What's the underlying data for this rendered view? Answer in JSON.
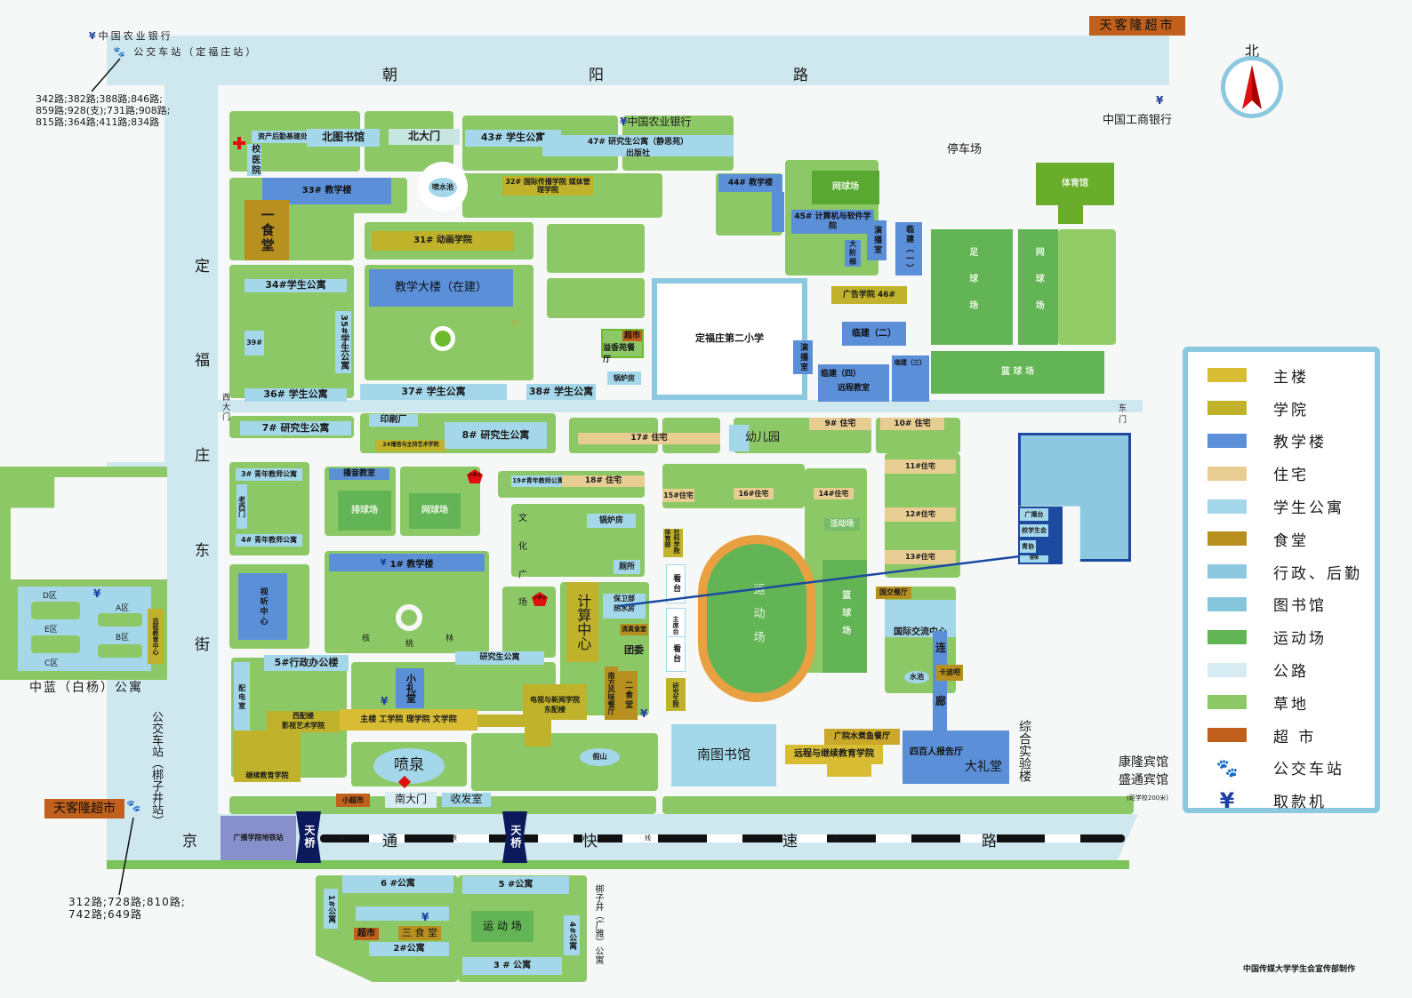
{
  "top_left": {
    "bank": "中国农业银行",
    "bus_stop": "公交车站（定福庄站）",
    "routes": [
      "342路;382路;388路;846路;",
      "859路;928(支);731路;908路;",
      "815路;364路;411路;834路"
    ]
  },
  "supermarket_top": "天客隆超市",
  "roads": {
    "chaoyang": [
      "朝",
      "阳",
      "路"
    ],
    "dingfu": [
      "定",
      "福",
      "庄",
      "东",
      "街"
    ],
    "jingtong": [
      "京",
      "通",
      "快",
      "速",
      "路"
    ],
    "subway": [
      "地",
      "铁",
      "线",
      "路"
    ]
  },
  "north": {
    "bank": "中国农业银行",
    "icbc": "中国工商银行",
    "parking": "停车场",
    "compass": "北",
    "west_gate": "西大门",
    "east_gate": "东门"
  },
  "buildings": {
    "assets": "资产后勤基建处",
    "clinic": "校医院",
    "north_lib": "北图书馆",
    "north_gate": "北大门",
    "b43": "43# 学生公寓",
    "b47": "47# 研究生公寓（静思苑）",
    "press": "出版社",
    "b33": "33#  教学楼",
    "fountain_pool": "喷水池",
    "b32": "32#  国际传播学院 媒体管理学院",
    "b44": "44#  教学楼",
    "tennis_n": "网球场",
    "b45": "45# 计算机与软件学院",
    "studio1": "演播室",
    "stairs": "大阶梯",
    "temp1": "临建（一）",
    "gym": "体育馆",
    "football": "足球场",
    "tennis_e": "网球场",
    "basket_e": "篮   球   场",
    "canteen1": "一食堂",
    "b31": "31# 动画学院",
    "b34": "34#学生公寓",
    "b35": "35#学生公寓",
    "b39": "39#",
    "b36": "36# 学生公寓",
    "teaching_tower": "教学大楼（在建）",
    "b37": "37# 学生公寓",
    "b38": "38# 学生公寓",
    "market1": "超市",
    "yixiang": "溢香苑餐厅",
    "boiler1": "锅炉房",
    "school2": "定福庄第二小学",
    "studio2": "演播室",
    "b46": "广告学院 46#",
    "temp2": "临建（二）",
    "temp4": "临建（四）",
    "remote_room": "远程教室",
    "temp3": "临建（三）",
    "b7": "7# 研究生公寓",
    "printing": "印刷厂",
    "b2": "2#播音与主持艺术学院",
    "b8": "8# 研究生公寓",
    "h17": "17# 住宅",
    "kinder": "幼儿园",
    "h9": "9# 住宅",
    "h10": "10# 住宅",
    "b3": "3# 青年教师公寓",
    "old_west_gate": "老西门",
    "b4": "4# 青年教师公寓",
    "broadcast_room": "播音教室",
    "volley": "排球场",
    "tennis_m": "网球场",
    "pavilion": "小亭子",
    "b19": "19#青年教师公寓",
    "h18": "18# 住宅",
    "culture_square": [
      "文",
      "化",
      "广",
      "场"
    ],
    "boiler2": "锅炉房",
    "toilet": "厕所",
    "h15": "15#住宅",
    "h16": "16#住宅",
    "h14": "14#住宅",
    "h11": "11#住宅",
    "h12": "12#住宅",
    "h13": "13#住宅",
    "activity": "活动场",
    "basket_m": "篮球场",
    "stadium": "运动场",
    "social": "社科学院",
    "sports_dept": "体育部",
    "stand1": "看台",
    "rostrum": "主席台",
    "stand2": "看台",
    "grad_school": "研究生院",
    "b1": "1#  教学楼",
    "av_center": "视听中心",
    "walnut": [
      "核",
      "桃",
      "林"
    ],
    "computing": "计算中心",
    "security": "保卫部",
    "hotwater": "热水房",
    "halal": "清真食堂",
    "youth_league": "团委",
    "southern": "南方风味餐厅",
    "canteen2": "二食堂",
    "b5": "5#行政办公楼",
    "grad_apt": "研究生公寓",
    "small_hall": "小礼堂",
    "power": "配电室",
    "west_wing": "西配楼",
    "film": "影视艺术学院",
    "main_bldg": "主楼  工学院  理学院  文学院",
    "tv_news": "电视与新闻学院",
    "east_wing": "东配楼",
    "cont_edu": "继续教育学院",
    "fountain": "喷泉",
    "rockery": "假山",
    "mini_market": "小超市",
    "south_gate": "南大门",
    "mail_room": "收发室",
    "south_lib": "南图书馆",
    "remote_edu": "远程与继续教育学院",
    "fish": "广院水煮鱼餐厅",
    "intl_rest": "国交餐厅",
    "intl_center": "国际交流中心",
    "corridor": [
      "连",
      "廊"
    ],
    "pool": "水池",
    "kadi": "卡迪吧",
    "hall400": "四百人报告厅",
    "auditorium": "大礼堂",
    "lab": "综合实验楼",
    "radio": "广播台",
    "union": "校学生会",
    "youth_assoc": "青协",
    "staircase": "楼梯",
    "hotels": [
      "康隆宾馆",
      "盛通宾馆"
    ],
    "hotel_dist": "(距学校200米)"
  },
  "bottom": {
    "subway_station": "广播学院地铁站",
    "bridge": "天桥",
    "supermarket": "天客隆超市",
    "bus_stop": "公交车站（梆子井站）",
    "routes": [
      "312路;728路;810路;",
      "742路;649路"
    ]
  },
  "west": {
    "zones": [
      "D区",
      "E区",
      "A区",
      "C区",
      "B区"
    ],
    "remote_center": "远程教育中心",
    "title": "中蓝（白杨）公寓"
  },
  "south": {
    "apt6": "6 #公寓",
    "apt5": "5 #公寓",
    "apt1": "1#公寓",
    "sport": "运 动 场",
    "market": "超市",
    "canteen3": "三 食 堂",
    "apt2": "2#公寓",
    "apt4": "4#公寓",
    "apt3": "3 # 公寓",
    "bangzi": "梆子井（广雅）公寓"
  },
  "legend": [
    {
      "label": "主楼",
      "color": "#d8bc34"
    },
    {
      "label": "学院",
      "color": "#c0b22a"
    },
    {
      "label": "教学楼",
      "color": "#5b8fd8"
    },
    {
      "label": "住宅",
      "color": "#e8cd92"
    },
    {
      "label": "学生公寓",
      "color": "#a4d7ea"
    },
    {
      "label": "食堂",
      "color": "#b8901f"
    },
    {
      "label": "行政、后勤",
      "color": "#8cc8e0"
    },
    {
      "label": "图书馆",
      "color": "#86c6dc"
    },
    {
      "label": "运动场",
      "color": "#62b455"
    },
    {
      "label": "公路",
      "color": "#d8ecf3"
    },
    {
      "label": "草地",
      "color": "#8dc866"
    },
    {
      "label": "超 市",
      "color": "#c0601c"
    },
    {
      "label": "公交车站",
      "icon": "paw-icon"
    },
    {
      "label": "取款机",
      "icon": "yen-icon"
    }
  ],
  "credit": "中国传媒大学学生会宣传部制作"
}
